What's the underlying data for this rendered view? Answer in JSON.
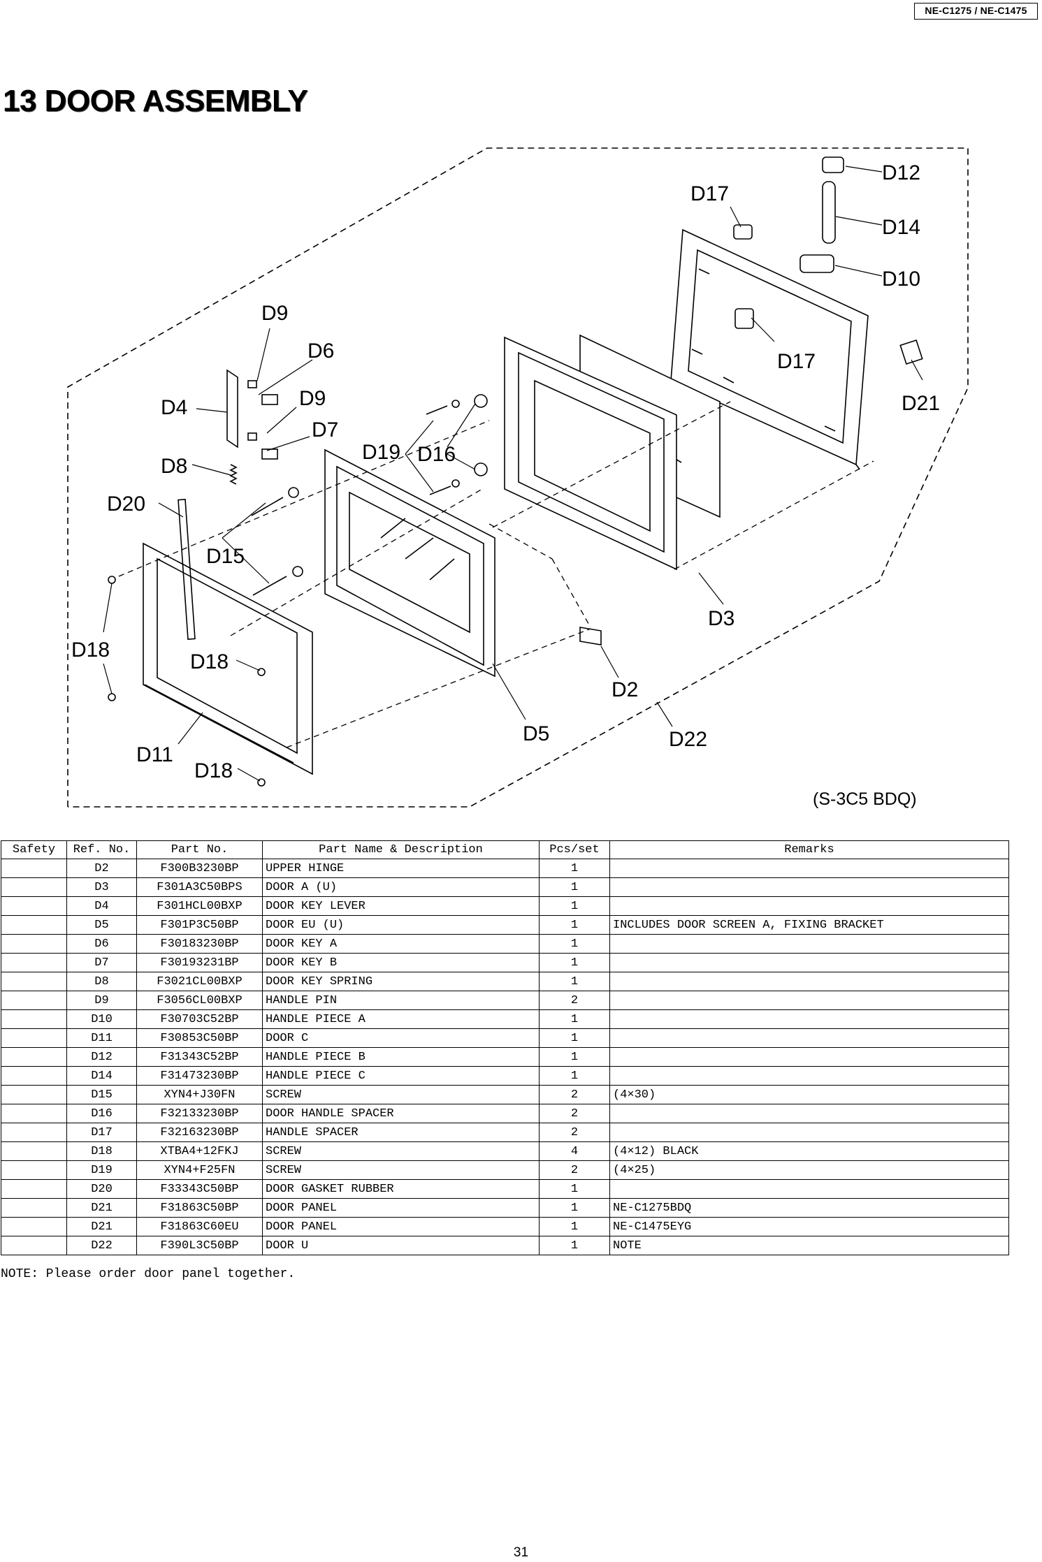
{
  "header": {
    "model": "NE-C1275 / NE-C1475"
  },
  "page_title": "13 DOOR ASSEMBLY",
  "diagram": {
    "labels": [
      "D12",
      "D17",
      "D14",
      "D10",
      "D9",
      "D6",
      "D17",
      "D21",
      "D4",
      "D9",
      "D7",
      "D19",
      "D16",
      "D8",
      "D20",
      "D15",
      "D18",
      "D18",
      "D3",
      "D2",
      "D11",
      "D5",
      "D22",
      "D18"
    ],
    "code": "(S-3C5 BDQ)"
  },
  "table": {
    "headers": [
      "Safety",
      "Ref. No.",
      "Part No.",
      "Part Name & Description",
      "Pcs/set",
      "Remarks"
    ],
    "rows": [
      [
        "",
        "D2",
        "F300B3230BP",
        "UPPER HINGE",
        "1",
        ""
      ],
      [
        "",
        "D3",
        "F301A3C50BPS",
        "DOOR A (U)",
        "1",
        ""
      ],
      [
        "",
        "D4",
        "F301HCL00BXP",
        "DOOR KEY LEVER",
        "1",
        ""
      ],
      [
        "",
        "D5",
        "F301P3C50BP",
        "DOOR EU (U)",
        "1",
        "INCLUDES DOOR SCREEN A, FIXING BRACKET"
      ],
      [
        "",
        "D6",
        "F30183230BP",
        "DOOR KEY A",
        "1",
        ""
      ],
      [
        "",
        "D7",
        "F30193231BP",
        "DOOR KEY B",
        "1",
        ""
      ],
      [
        "",
        "D8",
        "F3021CL00BXP",
        "DOOR KEY SPRING",
        "1",
        ""
      ],
      [
        "",
        "D9",
        "F3056CL00BXP",
        "HANDLE PIN",
        "2",
        ""
      ],
      [
        "",
        "D10",
        "F30703C52BP",
        "HANDLE PIECE A",
        "1",
        ""
      ],
      [
        "",
        "D11",
        "F30853C50BP",
        "DOOR C",
        "1",
        ""
      ],
      [
        "",
        "D12",
        "F31343C52BP",
        "HANDLE PIECE B",
        "1",
        ""
      ],
      [
        "",
        "D14",
        "F31473230BP",
        "HANDLE PIECE C",
        "1",
        ""
      ],
      [
        "",
        "D15",
        "XYN4+J30FN",
        "SCREW",
        "2",
        "(4×30)"
      ],
      [
        "",
        "D16",
        "F32133230BP",
        "DOOR HANDLE SPACER",
        "2",
        ""
      ],
      [
        "",
        "D17",
        "F32163230BP",
        "HANDLE SPACER",
        "2",
        ""
      ],
      [
        "",
        "D18",
        "XTBA4+12FKJ",
        "SCREW",
        "4",
        "(4×12) BLACK"
      ],
      [
        "",
        "D19",
        "XYN4+F25FN",
        "SCREW",
        "2",
        "(4×25)"
      ],
      [
        "",
        "D20",
        "F33343C50BP",
        "DOOR GASKET RUBBER",
        "1",
        ""
      ],
      [
        "",
        "D21",
        "F31863C50BP",
        "DOOR PANEL",
        "1",
        "NE-C1275BDQ"
      ],
      [
        "",
        "D21",
        "F31863C60EU",
        "DOOR PANEL",
        "1",
        "NE-C1475EYG"
      ],
      [
        "",
        "D22",
        "F390L3C50BP",
        "DOOR U",
        "1",
        "NOTE"
      ]
    ]
  },
  "note": "NOTE: Please order door panel together.",
  "page_number": "31"
}
